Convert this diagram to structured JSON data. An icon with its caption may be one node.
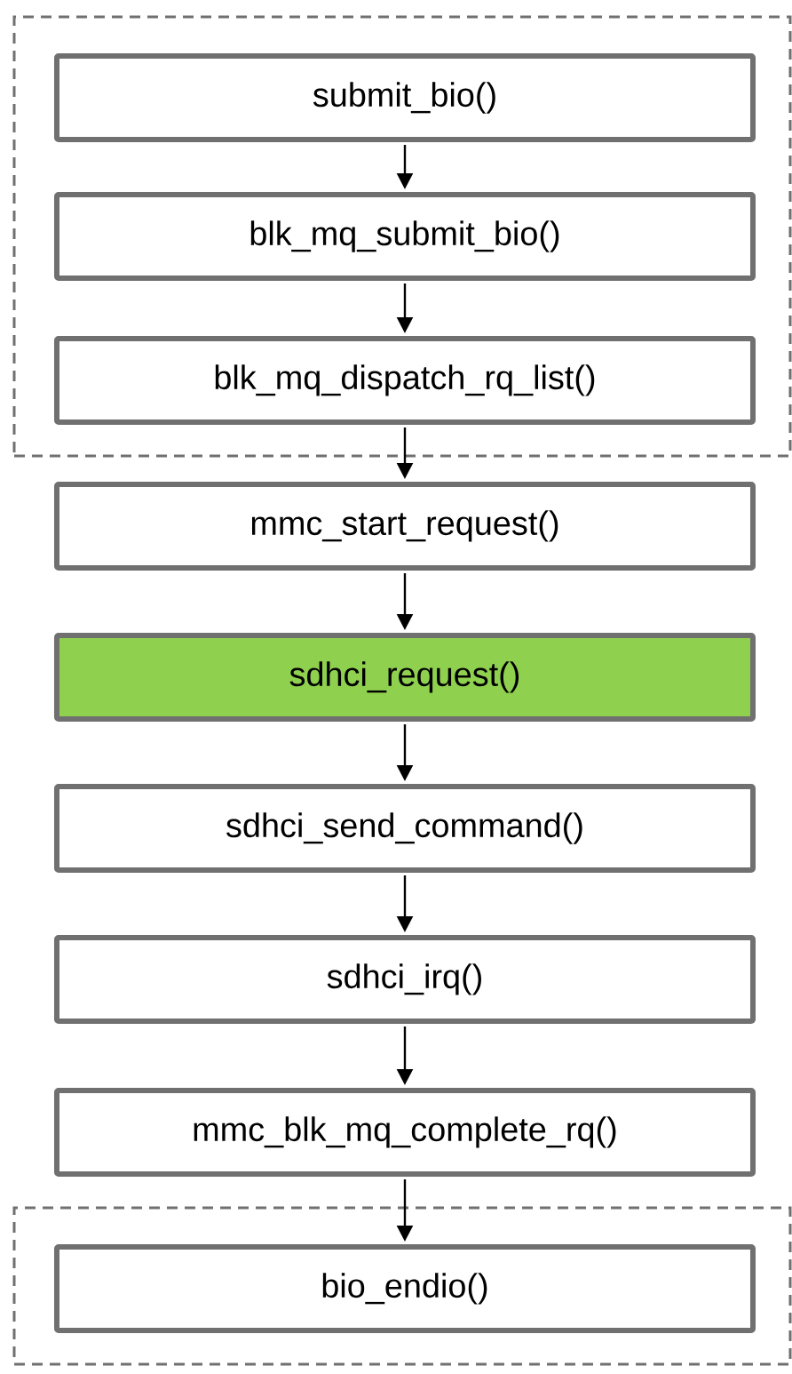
{
  "diagram": {
    "nodes": [
      {
        "text": [],
        "shape": "box"
      },
      {
        "text": [
          "submit_bio()"
        ],
        "in": 0
      },
      {
        "text": [
          "blk_mq_submit_bio()"
        ],
        "in": 0
      },
      {
        "text": [
          "blk_mq_dispatch_rq_list()"
        ],
        "in": 0
      },
      {
        "text": [
          "mmc_start_request()"
        ]
      },
      {
        "text": [
          "sdhci_request()"
        ]
      },
      {
        "text": [
          "sdhci_send_command()"
        ]
      },
      {
        "text": [
          "sdhci_irq()"
        ]
      },
      {
        "text": [
          "mmc_blk_mq_complete_rq()"
        ]
      },
      {
        "text": [],
        "shape": "box"
      },
      {
        "text": [
          "bio_endio()"
        ],
        "in": 9
      }
    ],
    "edges": [
      {
        "from": 1,
        "to": 2,
        "arrow": "to"
      },
      {
        "from": 2,
        "to": 3,
        "arrow": "to"
      },
      {
        "from": 3,
        "to": 4,
        "arrow": "to"
      },
      {
        "from": 4,
        "to": 5,
        "arrow": "to"
      },
      {
        "from": 5,
        "to": 6,
        "arrow": "to"
      },
      {
        "from": 6,
        "to": 7,
        "arrow": "to"
      },
      {
        "from": 7,
        "to": 8,
        "arrow": "to"
      },
      {
        "from": 8,
        "to": 10,
        "arrow": "to"
      }
    ]
  }
}
